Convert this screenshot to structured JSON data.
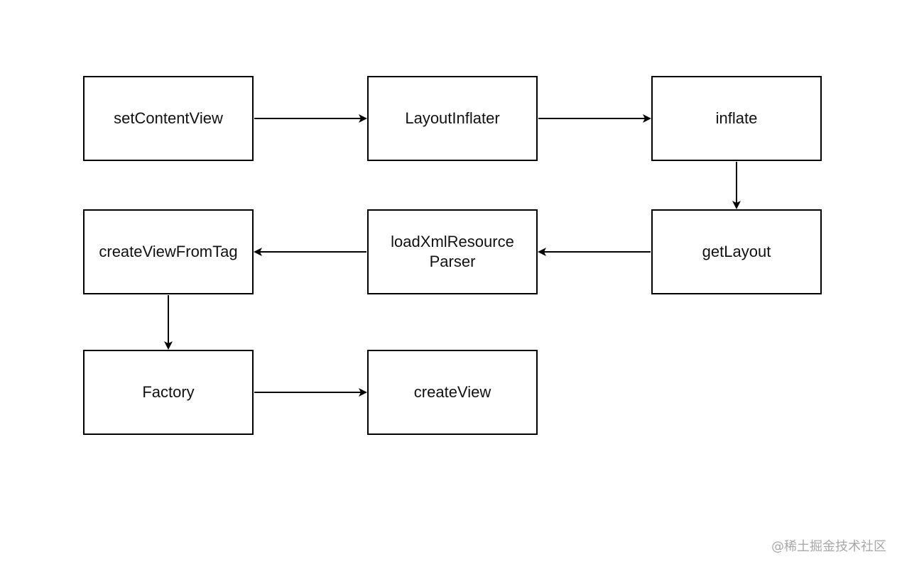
{
  "diagram": {
    "nodes": {
      "set_content_view": "setContentView",
      "layout_inflater": "LayoutInflater",
      "inflate": "inflate",
      "get_layout": "getLayout",
      "load_xml_resource_parser": "loadXmlResource\nParser",
      "create_view_from_tag": "createViewFromTag",
      "factory": "Factory",
      "create_view": "createView"
    },
    "edges": [
      {
        "from": "setContentView",
        "to": "LayoutInflater"
      },
      {
        "from": "LayoutInflater",
        "to": "inflate"
      },
      {
        "from": "inflate",
        "to": "getLayout"
      },
      {
        "from": "getLayout",
        "to": "loadXmlResourceParser"
      },
      {
        "from": "loadXmlResourceParser",
        "to": "createViewFromTag"
      },
      {
        "from": "createViewFromTag",
        "to": "Factory"
      },
      {
        "from": "Factory",
        "to": "createView"
      }
    ]
  },
  "watermark": "@稀土掘金技术社区",
  "colors": {
    "stroke": "#000000",
    "background": "#ffffff",
    "watermark": "#a8a8a8"
  }
}
